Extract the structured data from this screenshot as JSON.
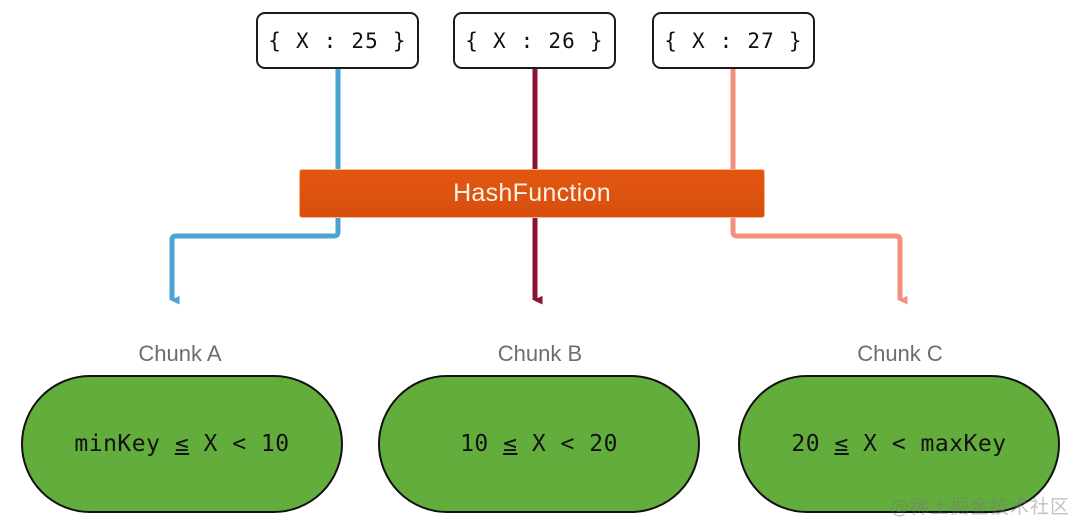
{
  "diagram": {
    "title": "MongoDB chunk hashing diagram",
    "documents": [
      {
        "name": "doc-x-25",
        "text": "{ X : 25 }",
        "color": "#4ba3d3"
      },
      {
        "name": "doc-x-26",
        "text": "{ X : 26 }",
        "color": "#8c1334"
      },
      {
        "name": "doc-x-27",
        "text": "{ X : 27 }",
        "color": "#f2917c"
      }
    ],
    "hash_function": {
      "label": "HashFunction",
      "fill": "#dc5311",
      "text_color": "#fdf2e8"
    },
    "chunks": [
      {
        "name": "chunk-a",
        "label": "Chunk A",
        "range_prefix": "minKey ",
        "range_le": "≤",
        "range_middle": " X < 10",
        "range_full": "minKey ≤ X < 10",
        "fill": "#63ad3c",
        "arrow_color": "#4ba3d3"
      },
      {
        "name": "chunk-b",
        "label": "Chunk B",
        "range_prefix": "10 ",
        "range_le": "≤",
        "range_middle": " X < 20",
        "range_full": "10 ≤ X < 20",
        "fill": "#63ad3c",
        "arrow_color": "#8c1334"
      },
      {
        "name": "chunk-c",
        "label": "Chunk C",
        "range_prefix": "20 ",
        "range_le": "≤",
        "range_middle": " X < maxKey",
        "range_full": "20 ≤ X < maxKey",
        "fill": "#63ad3c",
        "arrow_color": "#f2917c"
      }
    ],
    "watermark": "@稀土掘金技术社区"
  }
}
